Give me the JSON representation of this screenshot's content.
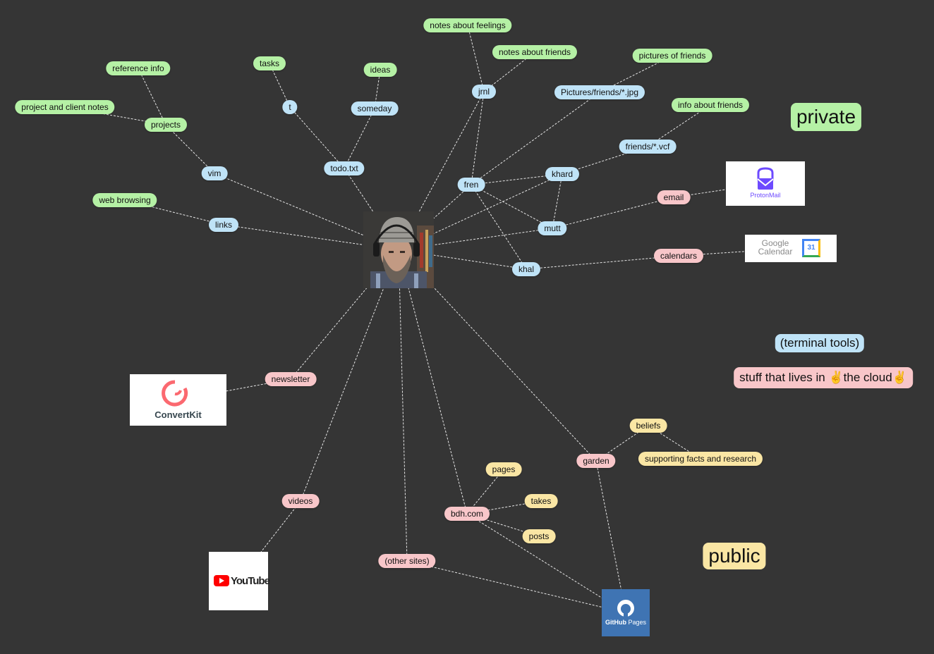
{
  "center": {
    "name": "avatar"
  },
  "nodes": {
    "reference_info": {
      "label": "reference info",
      "color": "green"
    },
    "project_notes": {
      "label": "project and client notes",
      "color": "green"
    },
    "projects": {
      "label": "projects",
      "color": "green"
    },
    "tasks": {
      "label": "tasks",
      "color": "green"
    },
    "ideas": {
      "label": "ideas",
      "color": "green"
    },
    "notes_feelings": {
      "label": "notes about feelings",
      "color": "green"
    },
    "notes_friends": {
      "label": "notes about friends",
      "color": "green"
    },
    "pictures_friends": {
      "label": "pictures of friends",
      "color": "green"
    },
    "info_friends": {
      "label": "info about friends",
      "color": "green"
    },
    "web_browsing": {
      "label": "web browsing",
      "color": "green"
    },
    "t": {
      "label": "t",
      "color": "blue"
    },
    "someday": {
      "label": "someday",
      "color": "blue"
    },
    "jrnl": {
      "label": "jrnl",
      "color": "blue"
    },
    "pictures_path": {
      "label": "Pictures/friends/*.jpg",
      "color": "blue"
    },
    "friends_vcf": {
      "label": "friends/*.vcf",
      "color": "blue"
    },
    "vim": {
      "label": "vim",
      "color": "blue"
    },
    "todo_txt": {
      "label": "todo.txt",
      "color": "blue"
    },
    "fren": {
      "label": "fren",
      "color": "blue"
    },
    "khard": {
      "label": "khard",
      "color": "blue"
    },
    "links": {
      "label": "links",
      "color": "blue"
    },
    "mutt": {
      "label": "mutt",
      "color": "blue"
    },
    "khal": {
      "label": "khal",
      "color": "blue"
    },
    "email": {
      "label": "email",
      "color": "pink"
    },
    "calendars": {
      "label": "calendars",
      "color": "pink"
    },
    "newsletter": {
      "label": "newsletter",
      "color": "pink"
    },
    "videos": {
      "label": "videos",
      "color": "pink"
    },
    "bdh_com": {
      "label": "bdh.com",
      "color": "pink"
    },
    "other_sites": {
      "label": "(other sites)",
      "color": "pink"
    },
    "garden": {
      "label": "garden",
      "color": "pink"
    },
    "beliefs": {
      "label": "beliefs",
      "color": "yellow"
    },
    "supporting_facts": {
      "label": "supporting facts and research",
      "color": "yellow"
    },
    "pages": {
      "label": "pages",
      "color": "yellow"
    },
    "takes": {
      "label": "takes",
      "color": "yellow"
    },
    "posts": {
      "label": "posts",
      "color": "yellow"
    }
  },
  "logos": {
    "protonmail": {
      "label": "ProtonMail",
      "color": "#6d4aff"
    },
    "google_calendar": {
      "label_1": "Google",
      "label_2": "Calendar",
      "day": "31"
    },
    "convertkit": {
      "label": "ConvertKit",
      "color": "#fb6970"
    },
    "youtube": {
      "label": "YouTube",
      "color": "#ff0000"
    },
    "github_pages": {
      "label_1": "GitHub",
      "label_2": "Pages",
      "color": "#3f74b3"
    }
  },
  "legend": {
    "private": "private",
    "terminal_tools": "(terminal tools)",
    "cloud": "stuff that lives in ✌️the cloud✌️",
    "public": "public"
  },
  "colors": {
    "background": "#353535",
    "green": "#b5f1a5",
    "blue": "#bfe3f7",
    "pink": "#f8c6c9",
    "yellow": "#fae6a4",
    "edge": "#e6e6e6"
  },
  "edges": [
    [
      "reference_info",
      "projects"
    ],
    [
      "project_notes",
      "projects"
    ],
    [
      "projects",
      "vim"
    ],
    [
      "vim",
      "avatar"
    ],
    [
      "web_browsing",
      "links"
    ],
    [
      "links",
      "avatar"
    ],
    [
      "tasks",
      "t"
    ],
    [
      "t",
      "todo_txt"
    ],
    [
      "ideas",
      "someday"
    ],
    [
      "someday",
      "todo_txt"
    ],
    [
      "todo_txt",
      "avatar"
    ],
    [
      "notes_feelings",
      "jrnl"
    ],
    [
      "notes_friends",
      "jrnl"
    ],
    [
      "jrnl",
      "avatar"
    ],
    [
      "jrnl",
      "fren"
    ],
    [
      "pictures_friends",
      "pictures_path"
    ],
    [
      "pictures_path",
      "fren"
    ],
    [
      "info_friends",
      "friends_vcf"
    ],
    [
      "friends_vcf",
      "khard"
    ],
    [
      "fren",
      "khard"
    ],
    [
      "fren",
      "mutt"
    ],
    [
      "fren",
      "khal"
    ],
    [
      "fren",
      "avatar"
    ],
    [
      "khard",
      "mutt"
    ],
    [
      "khard",
      "avatar"
    ],
    [
      "mutt",
      "avatar"
    ],
    [
      "mutt",
      "email"
    ],
    [
      "email",
      "protonmail"
    ],
    [
      "khal",
      "avatar"
    ],
    [
      "khal",
      "calendars"
    ],
    [
      "calendars",
      "google_calendar"
    ],
    [
      "avatar",
      "newsletter"
    ],
    [
      "newsletter",
      "convertkit"
    ],
    [
      "avatar",
      "videos"
    ],
    [
      "videos",
      "youtube"
    ],
    [
      "avatar",
      "other_sites"
    ],
    [
      "other_sites",
      "github_pages"
    ],
    [
      "avatar",
      "bdh_com"
    ],
    [
      "bdh_com",
      "pages"
    ],
    [
      "bdh_com",
      "takes"
    ],
    [
      "bdh_com",
      "posts"
    ],
    [
      "bdh_com",
      "github_pages"
    ],
    [
      "avatar",
      "garden"
    ],
    [
      "garden",
      "beliefs"
    ],
    [
      "beliefs",
      "supporting_facts"
    ],
    [
      "garden",
      "github_pages"
    ]
  ]
}
